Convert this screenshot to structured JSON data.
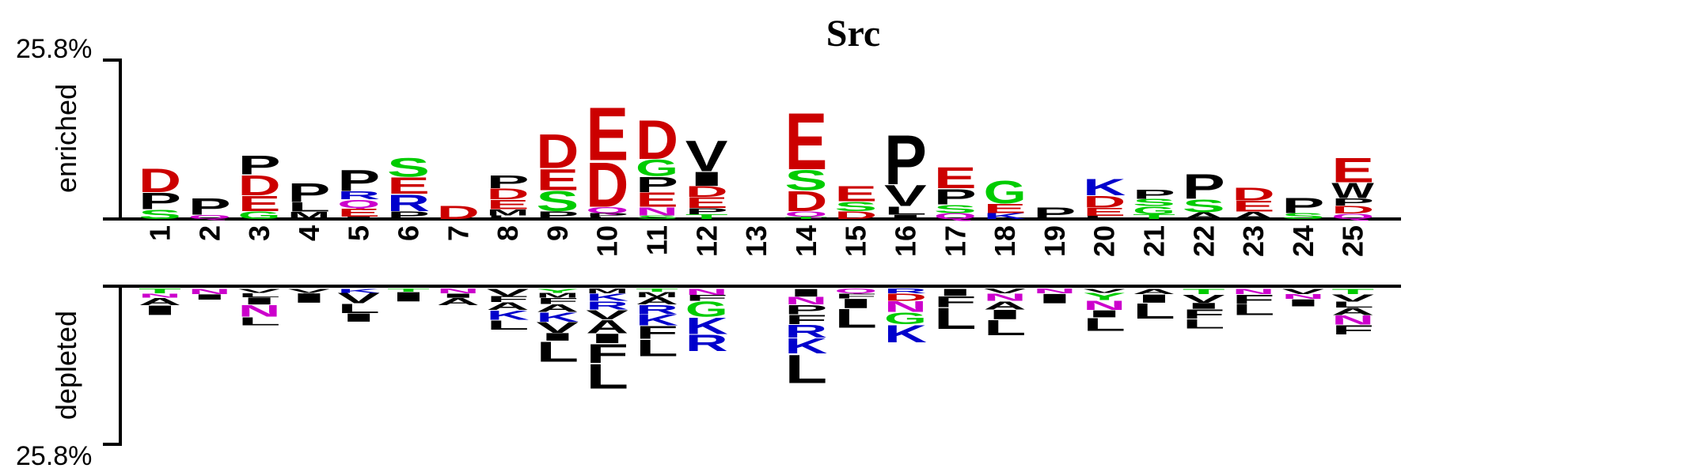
{
  "chart_data": {
    "type": "sequence-logo",
    "title": "Src",
    "ylabel_top": "enriched",
    "ylabel_bottom": "depleted",
    "ymax_label_top": "25.8%",
    "ymax_label_bottom": "25.8%",
    "ylim_percent": [
      -25.8,
      25.8
    ],
    "positions": [
      "1",
      "2",
      "3",
      "4",
      "5",
      "6",
      "7",
      "8",
      "9",
      "10",
      "11",
      "12",
      "13",
      "14",
      "15",
      "16",
      "17",
      "18",
      "19",
      "20",
      "21",
      "22",
      "23",
      "24",
      "25"
    ],
    "colors": {
      "acidic": "#cc0000",
      "hydrophobic": "#000000",
      "polar": "#00cc00",
      "basic": "#0000cc",
      "amide": "#cc00cc"
    },
    "enriched": [
      [
        [
          "D",
          4.0
        ],
        [
          "P",
          2.8
        ],
        [
          "S",
          1.6
        ]
      ],
      [
        [
          "P",
          2.8
        ],
        [
          "Q",
          0.7
        ]
      ],
      [
        [
          "P",
          3.2
        ],
        [
          "D",
          3.4
        ],
        [
          "E",
          2.6
        ],
        [
          "G",
          1.3
        ]
      ],
      [
        [
          "P",
          3.2
        ],
        [
          "L",
          1.6
        ],
        [
          "M",
          1.2
        ]
      ],
      [
        [
          "P",
          3.6
        ],
        [
          "R",
          1.4
        ],
        [
          "Q",
          1.4
        ],
        [
          "E",
          1.4
        ],
        [
          "I",
          0.4
        ]
      ],
      [
        [
          "S",
          3.2
        ],
        [
          "E",
          2.8
        ],
        [
          "R",
          2.8
        ],
        [
          "P",
          1.3
        ]
      ],
      [
        [
          "D",
          2.3
        ]
      ],
      [
        [
          "P",
          2.2
        ],
        [
          "D",
          1.8
        ],
        [
          "E",
          1.6
        ],
        [
          "M",
          1.0
        ],
        [
          "L",
          0.6
        ]
      ],
      [
        [
          "D",
          5.8
        ],
        [
          "E",
          3.6
        ],
        [
          "S",
          3.4
        ],
        [
          "P",
          1.3
        ]
      ],
      [
        [
          "E",
          9.0
        ],
        [
          "D",
          7.6
        ],
        [
          "Q",
          1.0
        ],
        [
          "P",
          0.6
        ],
        [
          "L",
          0.4
        ]
      ],
      [
        [
          "D",
          6.6
        ],
        [
          "G",
          2.8
        ],
        [
          "P",
          2.6
        ],
        [
          "E",
          2.4
        ],
        [
          "N",
          1.4
        ],
        [
          "S",
          0.6
        ]
      ],
      [
        [
          "V",
          5.2
        ],
        [
          "I",
          2.4
        ],
        [
          "D",
          1.8
        ],
        [
          "E",
          1.8
        ],
        [
          "P",
          1.0
        ],
        [
          "T",
          0.8
        ]
      ],
      [],
      [
        [
          "E",
          9.6
        ],
        [
          "S",
          3.4
        ],
        [
          "D",
          3.4
        ],
        [
          "Q",
          0.9
        ],
        [
          "T",
          0.4
        ]
      ],
      [
        [
          "E",
          2.6
        ],
        [
          "S",
          1.6
        ],
        [
          "D",
          1.3
        ]
      ],
      [
        [
          "P",
          8.4
        ],
        [
          "V",
          3.6
        ],
        [
          "L",
          1.4
        ],
        [
          "I",
          0.7
        ]
      ],
      [
        [
          "E",
          3.6
        ],
        [
          "P",
          2.6
        ],
        [
          "S",
          1.4
        ],
        [
          "Q",
          1.0
        ]
      ],
      [
        [
          "G",
          3.8
        ],
        [
          "E",
          1.6
        ],
        [
          "K",
          1.0
        ]
      ],
      [
        [
          "P",
          2.0
        ]
      ],
      [
        [
          "K",
          2.8
        ],
        [
          "D",
          2.0
        ],
        [
          "E",
          1.4
        ],
        [
          "L",
          0.5
        ]
      ],
      [
        [
          "P",
          1.6
        ],
        [
          "S",
          1.2
        ],
        [
          "G",
          1.3
        ],
        [
          "T",
          0.8
        ]
      ],
      [
        [
          "P",
          4.2
        ],
        [
          "S",
          2.2
        ],
        [
          "A",
          1.1
        ]
      ],
      [
        [
          "D",
          2.2
        ],
        [
          "E",
          1.8
        ],
        [
          "A",
          1.2
        ]
      ],
      [
        [
          "P",
          2.6
        ],
        [
          "S",
          1.0
        ]
      ],
      [
        [
          "E",
          4.2
        ],
        [
          "W",
          2.6
        ],
        [
          "P",
          1.2
        ],
        [
          "D",
          1.3
        ],
        [
          "Q",
          0.9
        ]
      ]
    ],
    "depleted": [
      [
        [
          "T",
          0.8
        ],
        [
          "N",
          0.7
        ],
        [
          "A",
          1.2
        ],
        [
          "I",
          1.6
        ]
      ],
      [
        [
          "N",
          0.9
        ],
        [
          "I",
          0.9
        ]
      ],
      [
        [
          "V",
          0.7
        ],
        [
          "L",
          0.7
        ],
        [
          "I",
          1.2
        ],
        [
          "N",
          2.0
        ],
        [
          "L",
          1.4
        ]
      ],
      [
        [
          "V",
          0.7
        ],
        [
          "I",
          1.6
        ]
      ],
      [
        [
          "K",
          0.7
        ],
        [
          "V",
          1.7
        ],
        [
          "L",
          1.6
        ],
        [
          "I",
          1.4
        ]
      ],
      [
        [
          "T",
          0.5
        ],
        [
          "I",
          1.6
        ]
      ],
      [
        [
          "N",
          0.8
        ],
        [
          "I",
          0.7
        ],
        [
          "A",
          1.2
        ]
      ],
      [
        [
          "V",
          1.2
        ],
        [
          "F",
          1.0
        ],
        [
          "A",
          1.3
        ],
        [
          "K",
          1.6
        ],
        [
          "L",
          1.6
        ]
      ],
      [
        [
          "Y",
          0.7
        ],
        [
          "M",
          0.8
        ],
        [
          "F",
          1.0
        ],
        [
          "A",
          1.3
        ],
        [
          "K",
          1.6
        ],
        [
          "V",
          1.8
        ],
        [
          "I",
          1.3
        ],
        [
          "L",
          3.4
        ]
      ],
      [
        [
          "M",
          0.8
        ],
        [
          "K",
          1.2
        ],
        [
          "R",
          1.4
        ],
        [
          "V",
          1.6
        ],
        [
          "A",
          2.3
        ],
        [
          "I",
          1.6
        ],
        [
          "F",
          3.2
        ],
        [
          "L",
          4.2
        ]
      ],
      [
        [
          "T",
          0.5
        ],
        [
          "M",
          0.9
        ],
        [
          "A",
          1.2
        ],
        [
          "R",
          1.6
        ],
        [
          "K",
          1.8
        ],
        [
          "F",
          2.2
        ],
        [
          "L",
          2.8
        ]
      ],
      [
        [
          "N",
          1.0
        ],
        [
          "F",
          1.0
        ],
        [
          "G",
          2.6
        ],
        [
          "K",
          2.8
        ],
        [
          "R",
          2.8
        ]
      ],
      [],
      [
        [
          "I",
          1.3
        ],
        [
          "N",
          1.3
        ],
        [
          "P",
          1.6
        ],
        [
          "F",
          1.6
        ],
        [
          "R",
          2.2
        ],
        [
          "K",
          2.6
        ],
        [
          "L",
          4.8
        ]
      ],
      [
        [
          "Q",
          0.8
        ],
        [
          "F",
          0.8
        ],
        [
          "I",
          1.6
        ],
        [
          "L",
          3.2
        ]
      ],
      [
        [
          "R",
          0.8
        ],
        [
          "D",
          1.2
        ],
        [
          "N",
          1.8
        ],
        [
          "G",
          2.0
        ],
        [
          "K",
          3.0
        ]
      ],
      [
        [
          "I",
          1.2
        ],
        [
          "F",
          1.8
        ],
        [
          "L",
          3.6
        ]
      ],
      [
        [
          "V",
          0.8
        ],
        [
          "N",
          1.2
        ],
        [
          "A",
          1.4
        ],
        [
          "I",
          1.6
        ],
        [
          "L",
          2.6
        ]
      ],
      [
        [
          "N",
          0.8
        ],
        [
          "I",
          1.6
        ]
      ],
      [
        [
          "V",
          0.7
        ],
        [
          "Y",
          1.2
        ],
        [
          "N",
          1.6
        ],
        [
          "I",
          1.2
        ],
        [
          "L",
          2.2
        ]
      ],
      [
        [
          "A",
          0.9
        ],
        [
          "I",
          1.4
        ],
        [
          "L",
          2.6
        ]
      ],
      [
        [
          "T",
          0.9
        ],
        [
          "V",
          1.4
        ],
        [
          "I",
          1.0
        ],
        [
          "F",
          1.6
        ],
        [
          "L",
          1.6
        ]
      ],
      [
        [
          "N",
          0.9
        ],
        [
          "F",
          1.6
        ],
        [
          "L",
          1.8
        ]
      ],
      [
        [
          "V",
          0.9
        ],
        [
          "N",
          0.8
        ],
        [
          "I",
          1.2
        ]
      ],
      [
        [
          "T",
          0.9
        ],
        [
          "V",
          1.2
        ],
        [
          "L",
          1.0
        ],
        [
          "A",
          1.2
        ],
        [
          "N",
          1.6
        ],
        [
          "F",
          1.6
        ]
      ]
    ]
  }
}
